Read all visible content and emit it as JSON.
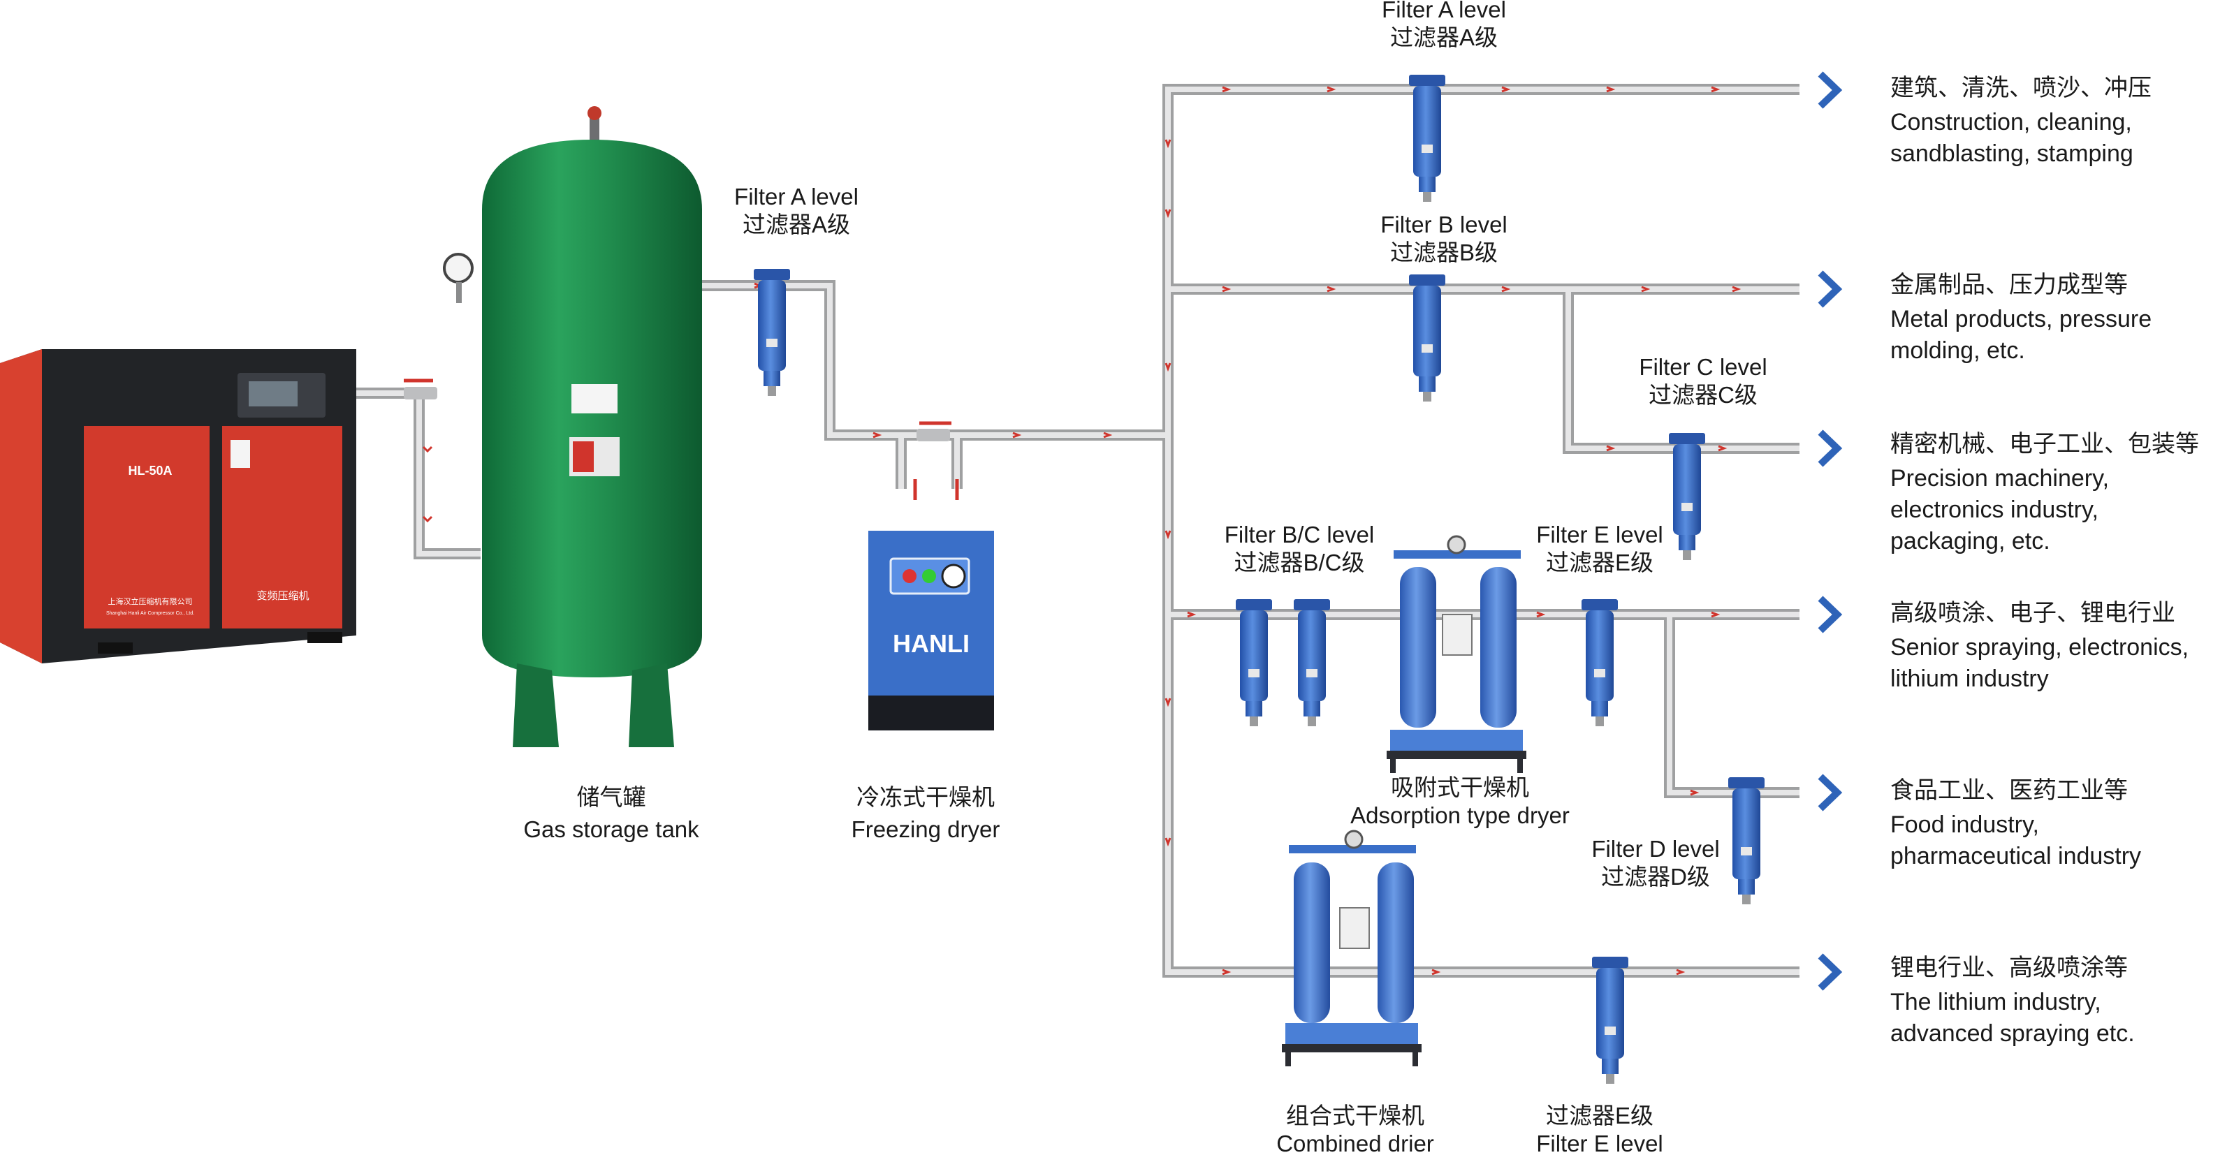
{
  "equipment": {
    "compressor": {
      "model": "HL-50A",
      "company_cn": "上海汉立压缩机有限公司",
      "company_en": "Shanghai Hanli Air Compressor Co., Ltd.",
      "door_label": "变频压缩机"
    },
    "tank": {
      "label_zh": "储气罐",
      "label_en": "Gas storage tank"
    },
    "freezing_dryer": {
      "brand": "HANLI",
      "label_zh": "冷冻式干燥机",
      "label_en": "Freezing dryer"
    },
    "adsorption_dryer": {
      "label_zh": "吸附式干燥机",
      "label_en": "Adsorption type dryer"
    },
    "combined_drier": {
      "label_zh": "组合式干燥机",
      "label_en": "Combined drier"
    }
  },
  "filters": {
    "a_main": {
      "en": "Filter A level",
      "zh": "过滤器A级"
    },
    "a_branch": {
      "en": "Filter A level",
      "zh": "过滤器A级"
    },
    "b_branch": {
      "en": "Filter B level",
      "zh": "过滤器B级"
    },
    "c_branch": {
      "en": "Filter C level",
      "zh": "过滤器C级"
    },
    "bc_branch": {
      "en": "Filter B/C level",
      "zh": "过滤器B/C级"
    },
    "e_branch": {
      "en": "Filter E level",
      "zh": "过滤器E级"
    },
    "d_branch": {
      "en": "Filter D level",
      "zh": "过滤器D级"
    },
    "e_bottom": {
      "zh": "过滤器E级",
      "en": "Filter E level"
    }
  },
  "applications": [
    {
      "zh": "建筑、清洗、喷沙、冲压",
      "en1": "Construction, cleaning,",
      "en2": "sandblasting, stamping"
    },
    {
      "zh": "金属制品、压力成型等",
      "en1": "Metal products, pressure",
      "en2": "molding, etc."
    },
    {
      "zh": "精密机械、电子工业、包装等",
      "en1": "Precision machinery,",
      "en2": "electronics industry,",
      "en3": "packaging, etc."
    },
    {
      "zh": "高级喷涂、电子、锂电行业",
      "en1": "Senior spraying, electronics,",
      "en2": "lithium industry"
    },
    {
      "zh": "食品工业、医药工业等",
      "en1": "Food industry,",
      "en2": "pharmaceutical industry"
    },
    {
      "zh": "锂电行业、高级喷涂等",
      "en1": "The lithium industry,",
      "en2": "advanced spraying etc."
    }
  ],
  "colors": {
    "pipe": "#c9cacb",
    "flow_arrow": "#d0342c",
    "tank": "#1e8a4c",
    "filter": "#3f6fc4",
    "chevron": "#2e63b8",
    "compressor": "#d23a2c",
    "dryer": "#3a6fc8"
  }
}
